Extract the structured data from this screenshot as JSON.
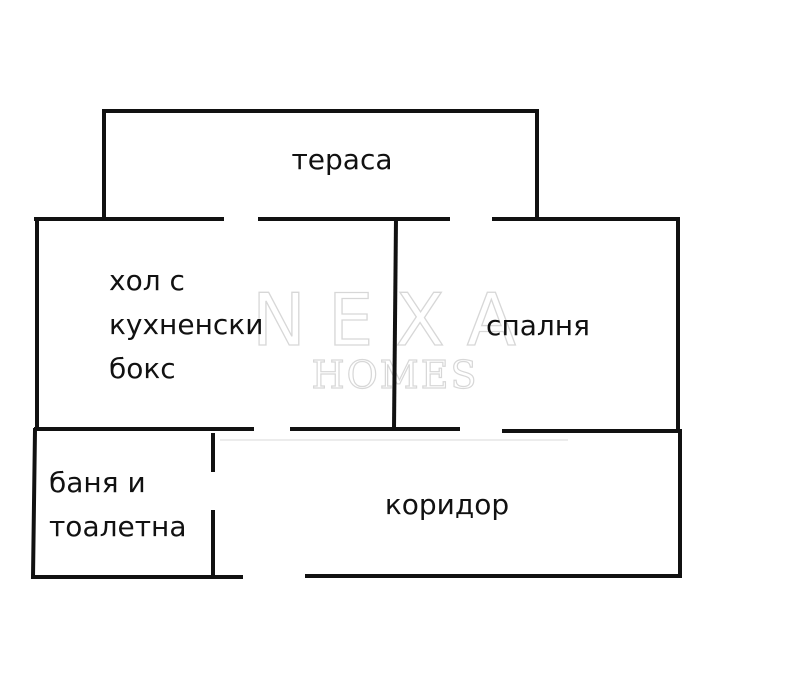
{
  "rooms": {
    "terrace": "тераса",
    "living_line1": "хол с",
    "living_line2": "кухненски",
    "living_line3": "бокс",
    "bedroom": "спалня",
    "bathroom_line1": "баня и",
    "bathroom_line2": "тоалетна",
    "corridor": "коридор"
  },
  "watermark": {
    "brand": "NEXA",
    "sub": "HOMES"
  },
  "colors": {
    "wall": "#111111",
    "watermark": "#d7d7d7"
  }
}
